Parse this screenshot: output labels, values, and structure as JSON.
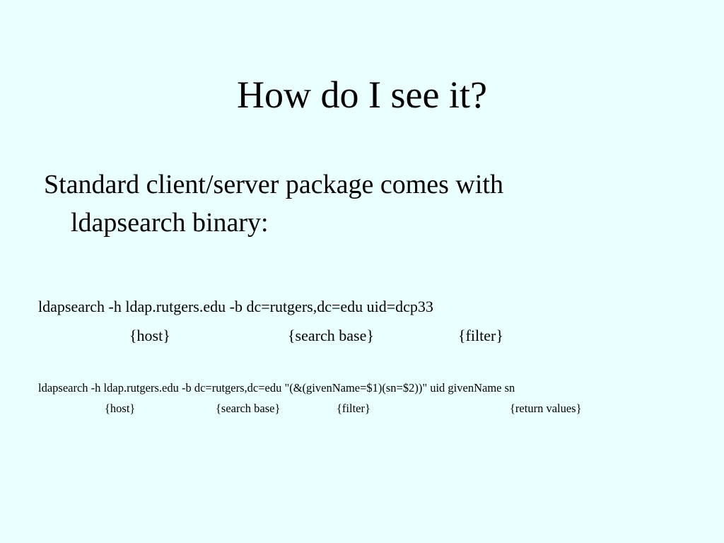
{
  "slide": {
    "title": "How do I see it?",
    "bullet": {
      "line1": "Standard client/server package comes with",
      "line2": "ldapsearch binary:"
    },
    "example1": {
      "command": "ldapsearch -h ldap.rutgers.edu -b dc=rutgers,dc=edu uid=dcp33",
      "labels": {
        "host": "{host}",
        "search_base": "{search base}",
        "filter": "{filter}"
      }
    },
    "example2": {
      "command": "ldapsearch -h ldap.rutgers.edu -b dc=rutgers,dc=edu \"(&(givenName=$1)(sn=$2))\" uid givenName sn",
      "labels": {
        "host": "{host}",
        "search_base": "{search base}",
        "filter": "{filter}",
        "return_values": "{return values}"
      }
    }
  }
}
